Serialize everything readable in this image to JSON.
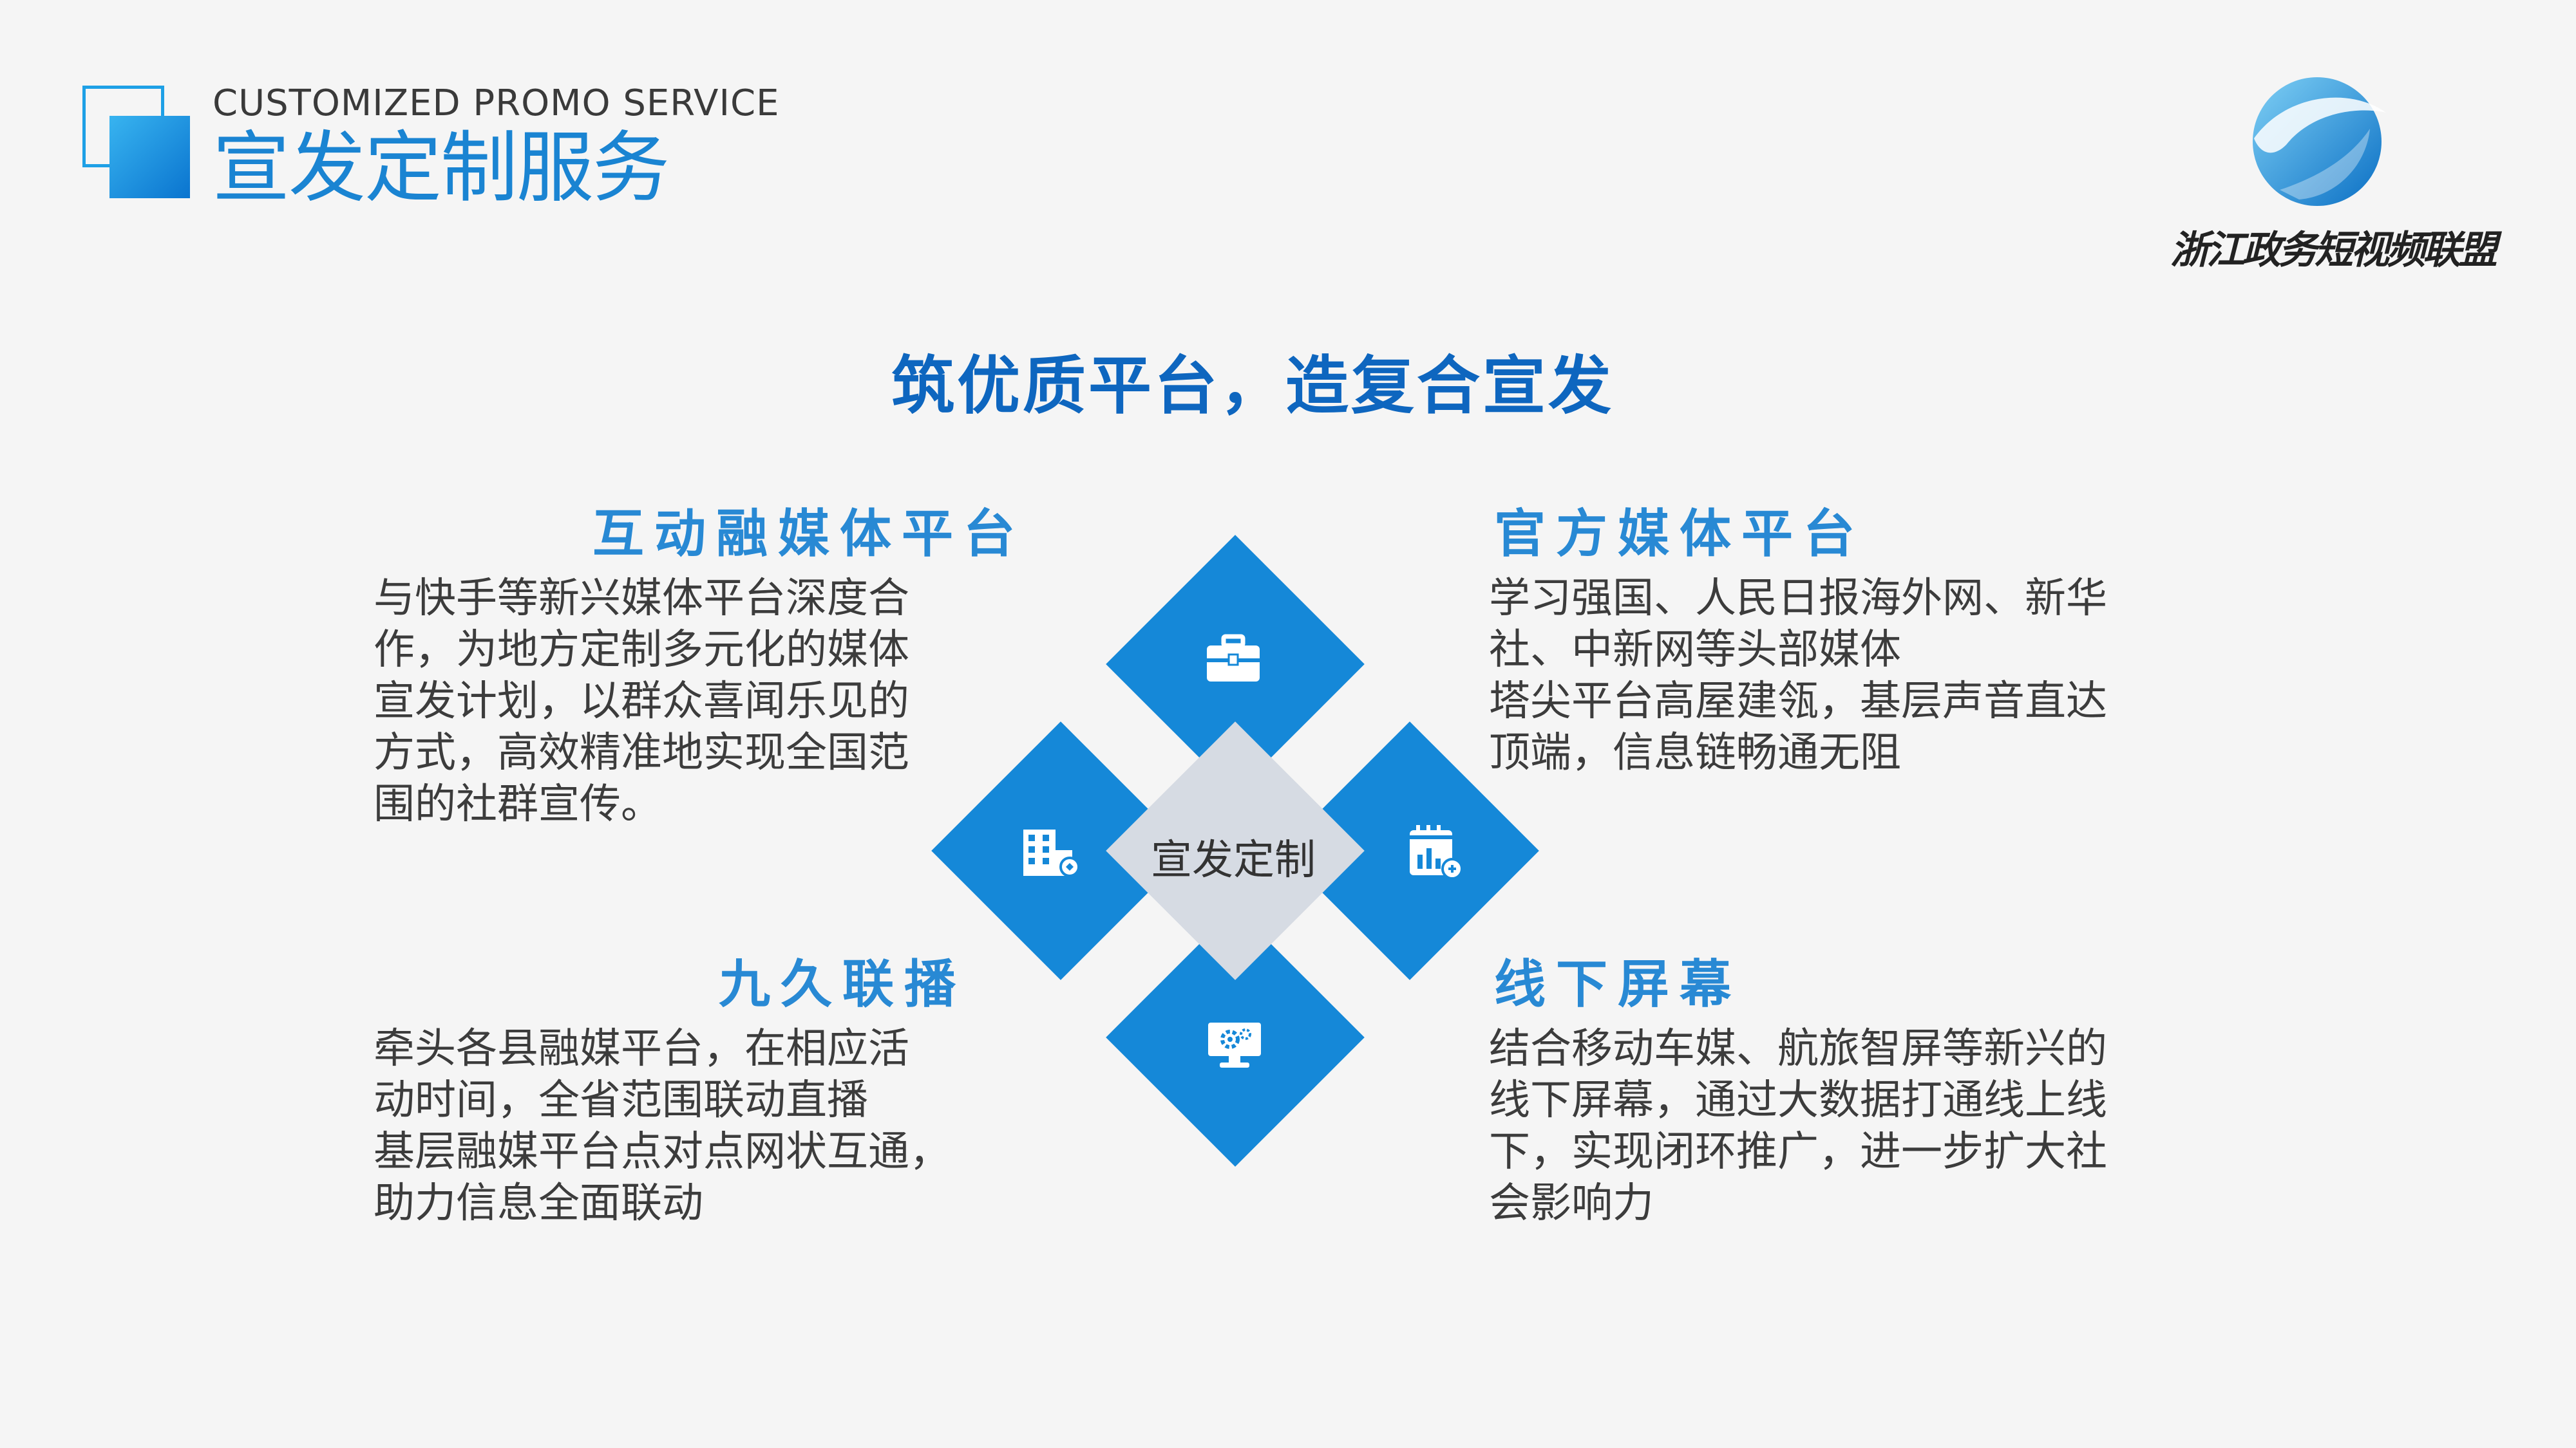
{
  "header": {
    "subtitle": "CUSTOMIZED PROMO SERVICE",
    "title": "宣发定制服务"
  },
  "logo": {
    "text": "浙江政务短视频联盟"
  },
  "headline": "筑优质平台，造复合宣发",
  "center_label": "宣发定制",
  "sections": [
    {
      "title": "互动融媒体平台",
      "body": "与快手等新兴媒体平台深度合\n作，为地方定制多元化的媒体\n宣发计划，以群众喜闻乐见的\n方式，高效精准地实现全国范\n围的社群宣传。"
    },
    {
      "title": "官方媒体平台",
      "body": "学习强国、人民日报海外网、新华\n社、中新网等头部媒体\n塔尖平台高屋建瓴，基层声音直达\n顶端，信息链畅通无阻"
    },
    {
      "title": "九久联播",
      "body": "牵头各县融媒平台，在相应活\n动时间，全省范围联动直播\n基层融媒平台点对点网状互通，\n助力信息全面联动"
    },
    {
      "title": "线下屏幕",
      "body": "结合移动车媒、航旅智屏等新兴的\n线下屏幕，通过大数据打通线上线\n下，实现闭环推广，进一步扩大社\n会影响力"
    }
  ],
  "icons": [
    "briefcase-icon",
    "building-icon",
    "chart-calendar-icon",
    "monitor-gear-icon"
  ],
  "colors": {
    "accent": "#1588d8",
    "title_blue": "#1a84d2",
    "headline_blue": "#0e66bf",
    "center_grey": "#d6dbe3",
    "background": "#f5f5f5"
  }
}
